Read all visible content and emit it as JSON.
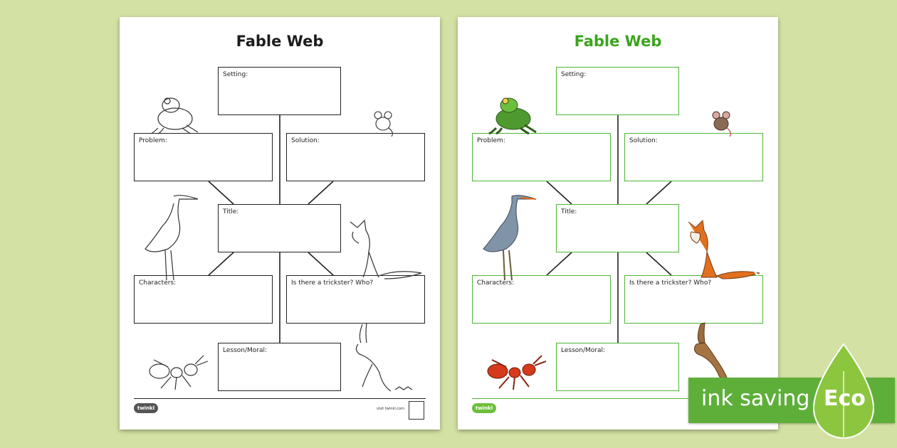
{
  "worksheet": {
    "title": "Fable Web",
    "labels": {
      "setting": "Setting:",
      "problem": "Problem:",
      "solution": "Solution:",
      "title": "Title:",
      "characters": "Characters:",
      "trickster": "Is there a trickster? Who?",
      "lesson": "Lesson/Moral:"
    },
    "logo_text": "twinkl",
    "visit_text": "visit twinkl.com"
  },
  "versions": {
    "standard": {
      "title_color": "#1c1c1c",
      "border_color": "#222222"
    },
    "color": {
      "title_color": "#3aa51c",
      "border_color": "#4db535"
    }
  },
  "animals": [
    "frog",
    "mouse",
    "heron",
    "fox",
    "ant",
    "hare"
  ],
  "eco_badge": {
    "banner_text": "ink saving",
    "badge_text": "Eco",
    "color": "#5eaf3a"
  }
}
